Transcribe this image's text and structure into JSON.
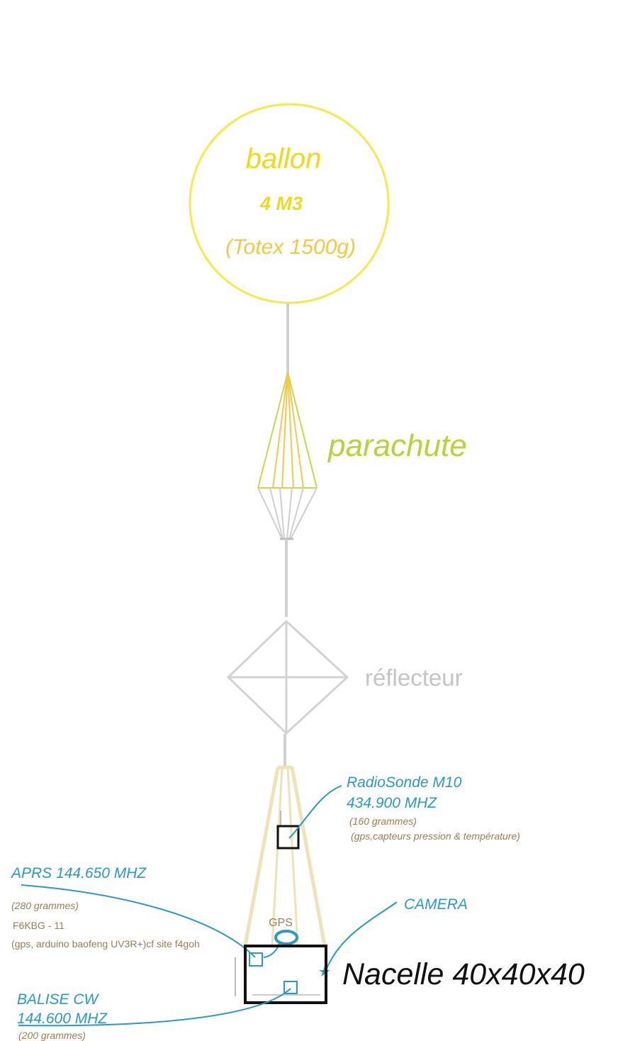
{
  "balloon": {
    "title": "ballon",
    "volume": "4 M3",
    "model": "(Totex 1500g)"
  },
  "parachute": {
    "label": "parachute"
  },
  "reflector": {
    "label": "réflecteur"
  },
  "radiosonde": {
    "name": "RadioSonde M10",
    "frequency": "434.900 MHZ",
    "weight": "(160 grammes)",
    "details": "(gps,capteurs pression & température)"
  },
  "aprs": {
    "name": "APRS 144.650 MHZ",
    "weight": "(280 grammes)",
    "callsign": "F6KBG - 11",
    "details": "(gps, arduino baofeng UV3R+)cf site f4goh"
  },
  "gps": {
    "label": "GPS"
  },
  "camera": {
    "label": "CAMERA"
  },
  "nacelle": {
    "label": "Nacelle 40x40x40"
  },
  "balise": {
    "name": "BALISE CW",
    "frequency": "144.600 MHZ",
    "weight": "(200 grammes)"
  },
  "colors": {
    "balloon": "#f7e94a",
    "balloon_text": "#eeda1a",
    "parachute_text": "#b8d23c",
    "cord": "#d0d0d0",
    "reflector_text": "#c4c4c4",
    "cyan": "#2a9ac0",
    "brown": "#a07a52",
    "harness": "#efe2b8"
  }
}
